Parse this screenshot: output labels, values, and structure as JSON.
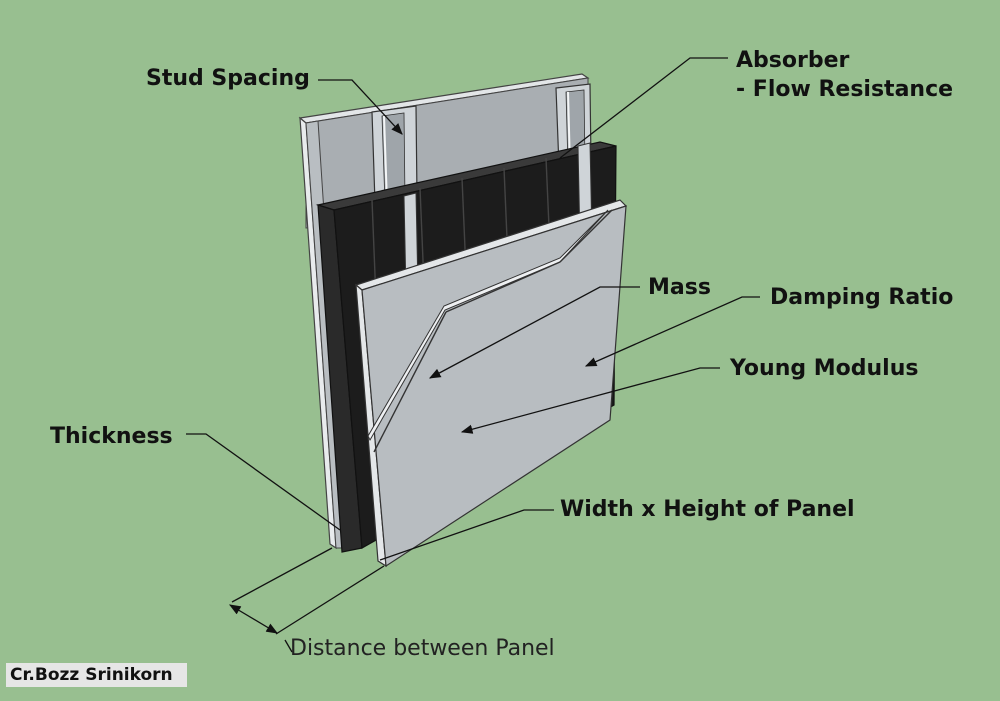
{
  "diagram": {
    "labels": {
      "stud_spacing": "Stud Spacing",
      "absorber_line1": "Absorber",
      "absorber_line2": "- Flow Resistance",
      "mass": "Mass",
      "damping_ratio": "Damping Ratio",
      "young_modulus": "Young Modulus",
      "thickness": "Thickness",
      "width_height": "Width x Height of Panel",
      "distance_between_panel": "Distance between Panel"
    },
    "credit": "Cr.Bozz Srinikorn",
    "colors": {
      "background": "#98bf90",
      "panel": "#b8bdc1",
      "absorber": "#1c1c1c",
      "stud": "#cfd4d8",
      "leader_line": "#111111"
    }
  }
}
